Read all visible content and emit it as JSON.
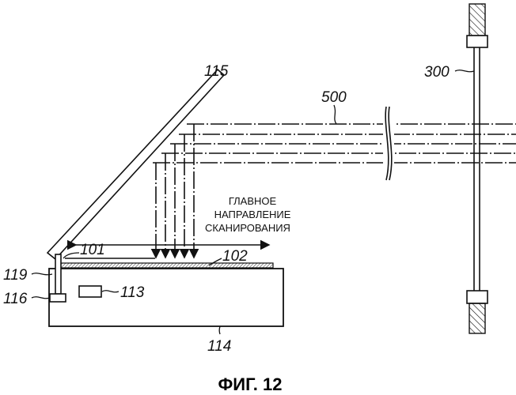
{
  "figure": {
    "caption": "ФИГ. 12",
    "direction_label": [
      "ГЛАВНОЕ",
      "НАПРАВЛЕНИЕ",
      "СКАНИРОВАНИЯ"
    ],
    "ref_labels": {
      "mirror": "115",
      "beam": "500",
      "pole": "300",
      "document": "101",
      "glass": "102",
      "sensor": "119",
      "part_116": "116",
      "part_113": "113",
      "body": "114"
    }
  }
}
